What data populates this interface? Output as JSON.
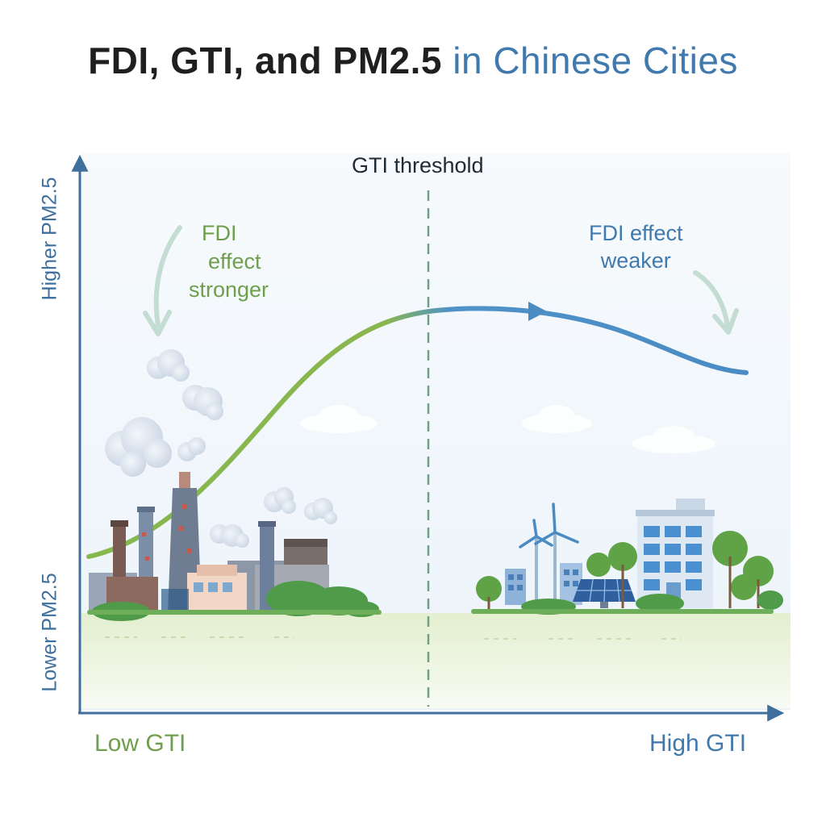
{
  "title": {
    "main": "FDI, GTI, and PM2.5",
    "accent": "in Chinese Cities"
  },
  "threshold_label": "GTI threshold",
  "annotations": {
    "strong_lines": [
      "FDI",
      "effect",
      "stronger"
    ],
    "weak_lines": [
      "FDI effect",
      "weaker"
    ]
  },
  "axes": {
    "y_high": "Higher PM2.5",
    "y_low": "Lower PM2.5",
    "x_low": "Low GTI",
    "x_high": "High GTI"
  },
  "colors": {
    "green": "#7fb24e",
    "blue": "#4a8bc4",
    "axis": "#3f6f9c",
    "title": "#1f1f1f"
  },
  "icons": {
    "left_scene": "factory-smokestacks-icon",
    "right_scene": "green-city-icon"
  }
}
